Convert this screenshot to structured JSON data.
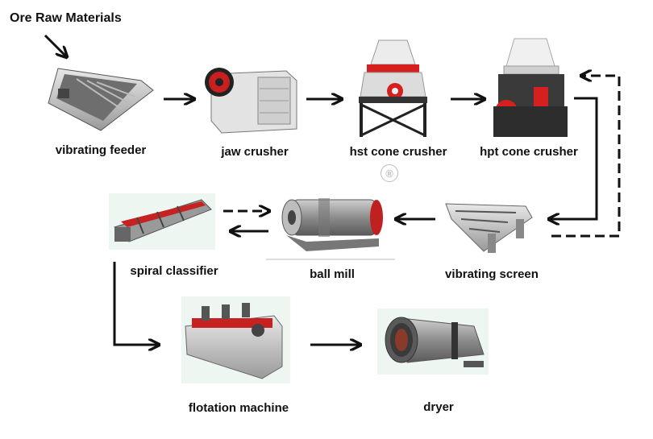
{
  "diagram": {
    "title": "Ore Raw Materials",
    "registered_mark": "®",
    "nodes": [
      {
        "id": "vibrating-feeder",
        "label": "vibrating feeder",
        "icon": "vibrating-feeder-icon"
      },
      {
        "id": "jaw-crusher",
        "label": "jaw crusher",
        "icon": "jaw-crusher-icon"
      },
      {
        "id": "hst-cone-crusher",
        "label": "hst cone crusher",
        "icon": "hst-cone-crusher-icon"
      },
      {
        "id": "hpt-cone-crusher",
        "label": "hpt cone crusher",
        "icon": "hpt-cone-crusher-icon"
      },
      {
        "id": "vibrating-screen",
        "label": "vibrating screen",
        "icon": "vibrating-screen-icon"
      },
      {
        "id": "ball-mill",
        "label": "ball mill",
        "icon": "ball-mill-icon"
      },
      {
        "id": "spiral-classifier",
        "label": "spiral classifier",
        "icon": "spiral-classifier-icon"
      },
      {
        "id": "flotation-machine",
        "label": "flotation machine",
        "icon": "flotation-machine-icon"
      },
      {
        "id": "dryer",
        "label": "dryer",
        "icon": "dryer-icon"
      }
    ],
    "edges": [
      {
        "from": "vibrating-feeder",
        "to": "jaw-crusher",
        "style": "solid"
      },
      {
        "from": "jaw-crusher",
        "to": "hst-cone-crusher",
        "style": "solid"
      },
      {
        "from": "hst-cone-crusher",
        "to": "hpt-cone-crusher",
        "style": "solid"
      },
      {
        "from": "hpt-cone-crusher",
        "to": "vibrating-screen",
        "style": "solid"
      },
      {
        "from": "vibrating-screen",
        "to": "hpt-cone-crusher",
        "style": "dashed"
      },
      {
        "from": "vibrating-screen",
        "to": "ball-mill",
        "style": "solid"
      },
      {
        "from": "ball-mill",
        "to": "spiral-classifier",
        "style": "solid"
      },
      {
        "from": "spiral-classifier",
        "to": "ball-mill",
        "style": "dashed"
      },
      {
        "from": "spiral-classifier",
        "to": "flotation-machine",
        "style": "solid"
      },
      {
        "from": "flotation-machine",
        "to": "dryer",
        "style": "solid"
      }
    ],
    "colors": {
      "arrow": "#111111",
      "machine_red": "#d62020",
      "machine_gray": "#8a8a8a"
    }
  }
}
